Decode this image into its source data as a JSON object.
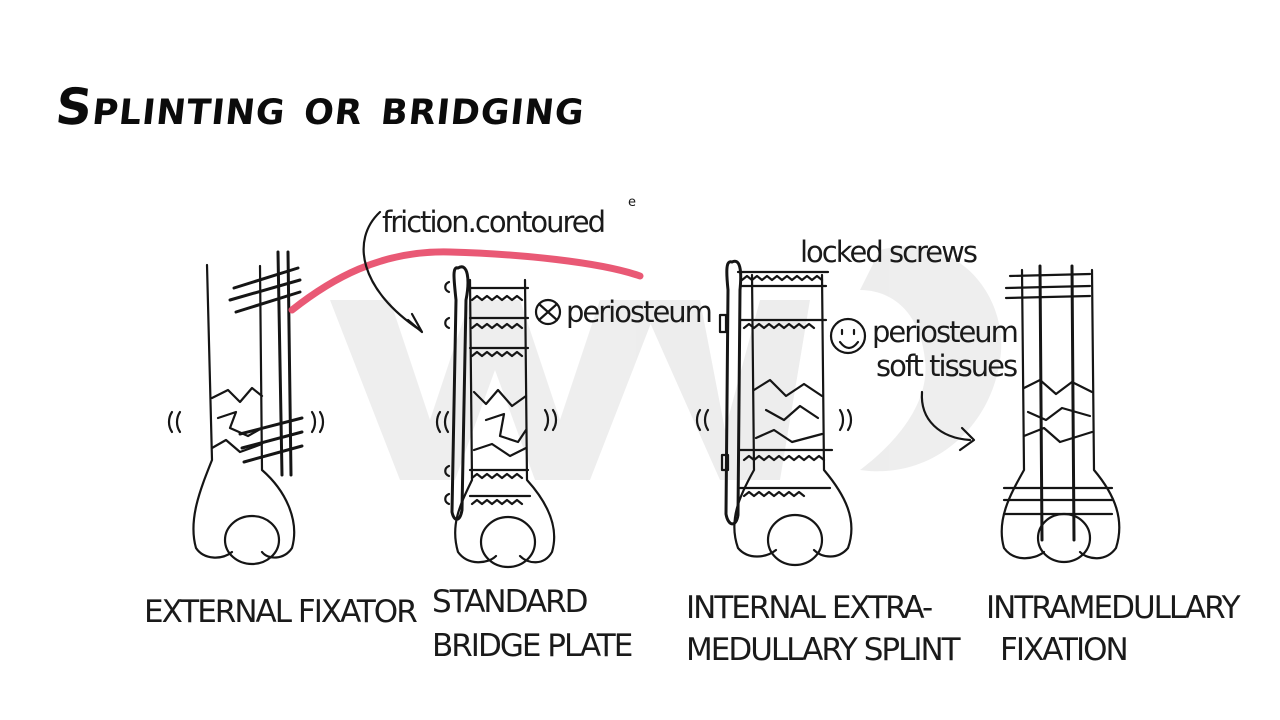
{
  "title": "Splinting or bridging",
  "annotations": {
    "friction": "friction.contoured",
    "locked": "locked screws",
    "periosteum_left": "periosteum",
    "periosteum_right": "periosteum",
    "soft_tissues": "soft tissues"
  },
  "captions": {
    "external": "EXTERNAL FIXATOR",
    "bridge_1": "STANDARD",
    "bridge_2": "BRIDGE PLATE",
    "internal_1": "INTERNAL EXTRA-",
    "internal_2": "MEDULLARY SPLINT",
    "im_1": "INTRAMEDULLARY",
    "im_2": "FIXATION"
  },
  "colors": {
    "highlight": "#e8506e",
    "ink": "#151515",
    "watermark": "#ececec"
  }
}
